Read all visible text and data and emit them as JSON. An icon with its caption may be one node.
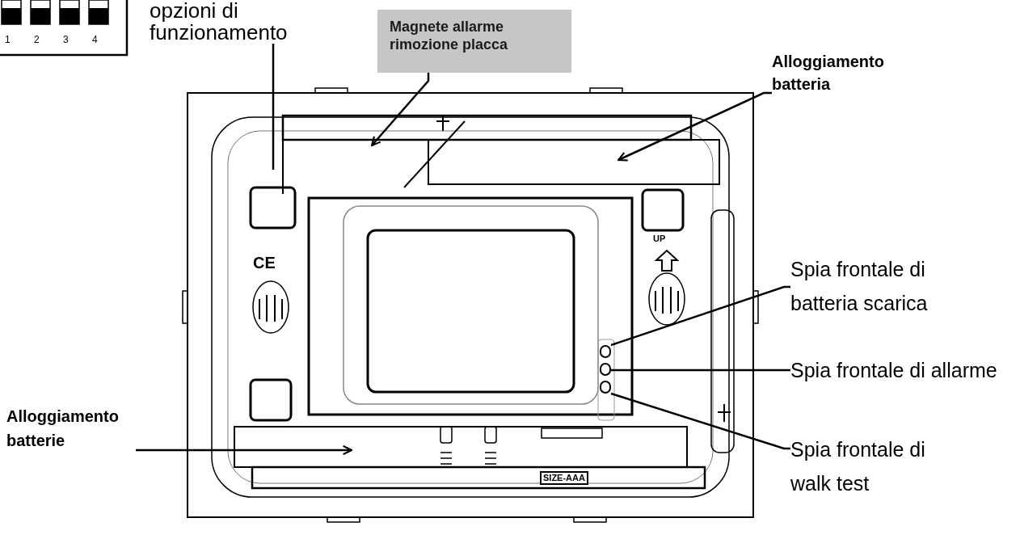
{
  "diagram": {
    "nodes": [
      {
        "text": [
          "opzioni di funzionamento"
        ]
      },
      {
        "text": [
          "Magnete allarme rimozione placca"
        ]
      },
      {
        "text": [
          "Alloggiamento batteria"
        ]
      },
      {
        "text": [
          "Spia frontale di batteria scarica"
        ]
      },
      {
        "text": [
          "Spia frontale di allarme"
        ]
      },
      {
        "text": [
          "Spia frontale di walk test"
        ]
      },
      {
        "text": [
          "Alloggiamento batterie"
        ]
      },
      {
        "text": [],
        "shape": "circle"
      },
      {
        "text": [],
        "shape": "circle"
      },
      {
        "text": [],
        "shape": "circle"
      }
    ],
    "edges": [
      {
        "from": 0,
        "to": null,
        "arrow": "none"
      },
      {
        "from": 1,
        "to": null,
        "arrow": "to"
      },
      {
        "from": 2,
        "to": null,
        "arrow": "to"
      },
      {
        "from": 3,
        "to": 7,
        "arrow": "none"
      },
      {
        "from": 4,
        "to": 8,
        "arrow": "none"
      },
      {
        "from": 5,
        "to": 9,
        "arrow": "none"
      },
      {
        "from": 6,
        "to": null,
        "arrow": "to"
      }
    ],
    "labels": [
      "1",
      "2",
      "3",
      "4",
      "CE",
      "UP",
      "SIZE-AAA"
    ]
  }
}
